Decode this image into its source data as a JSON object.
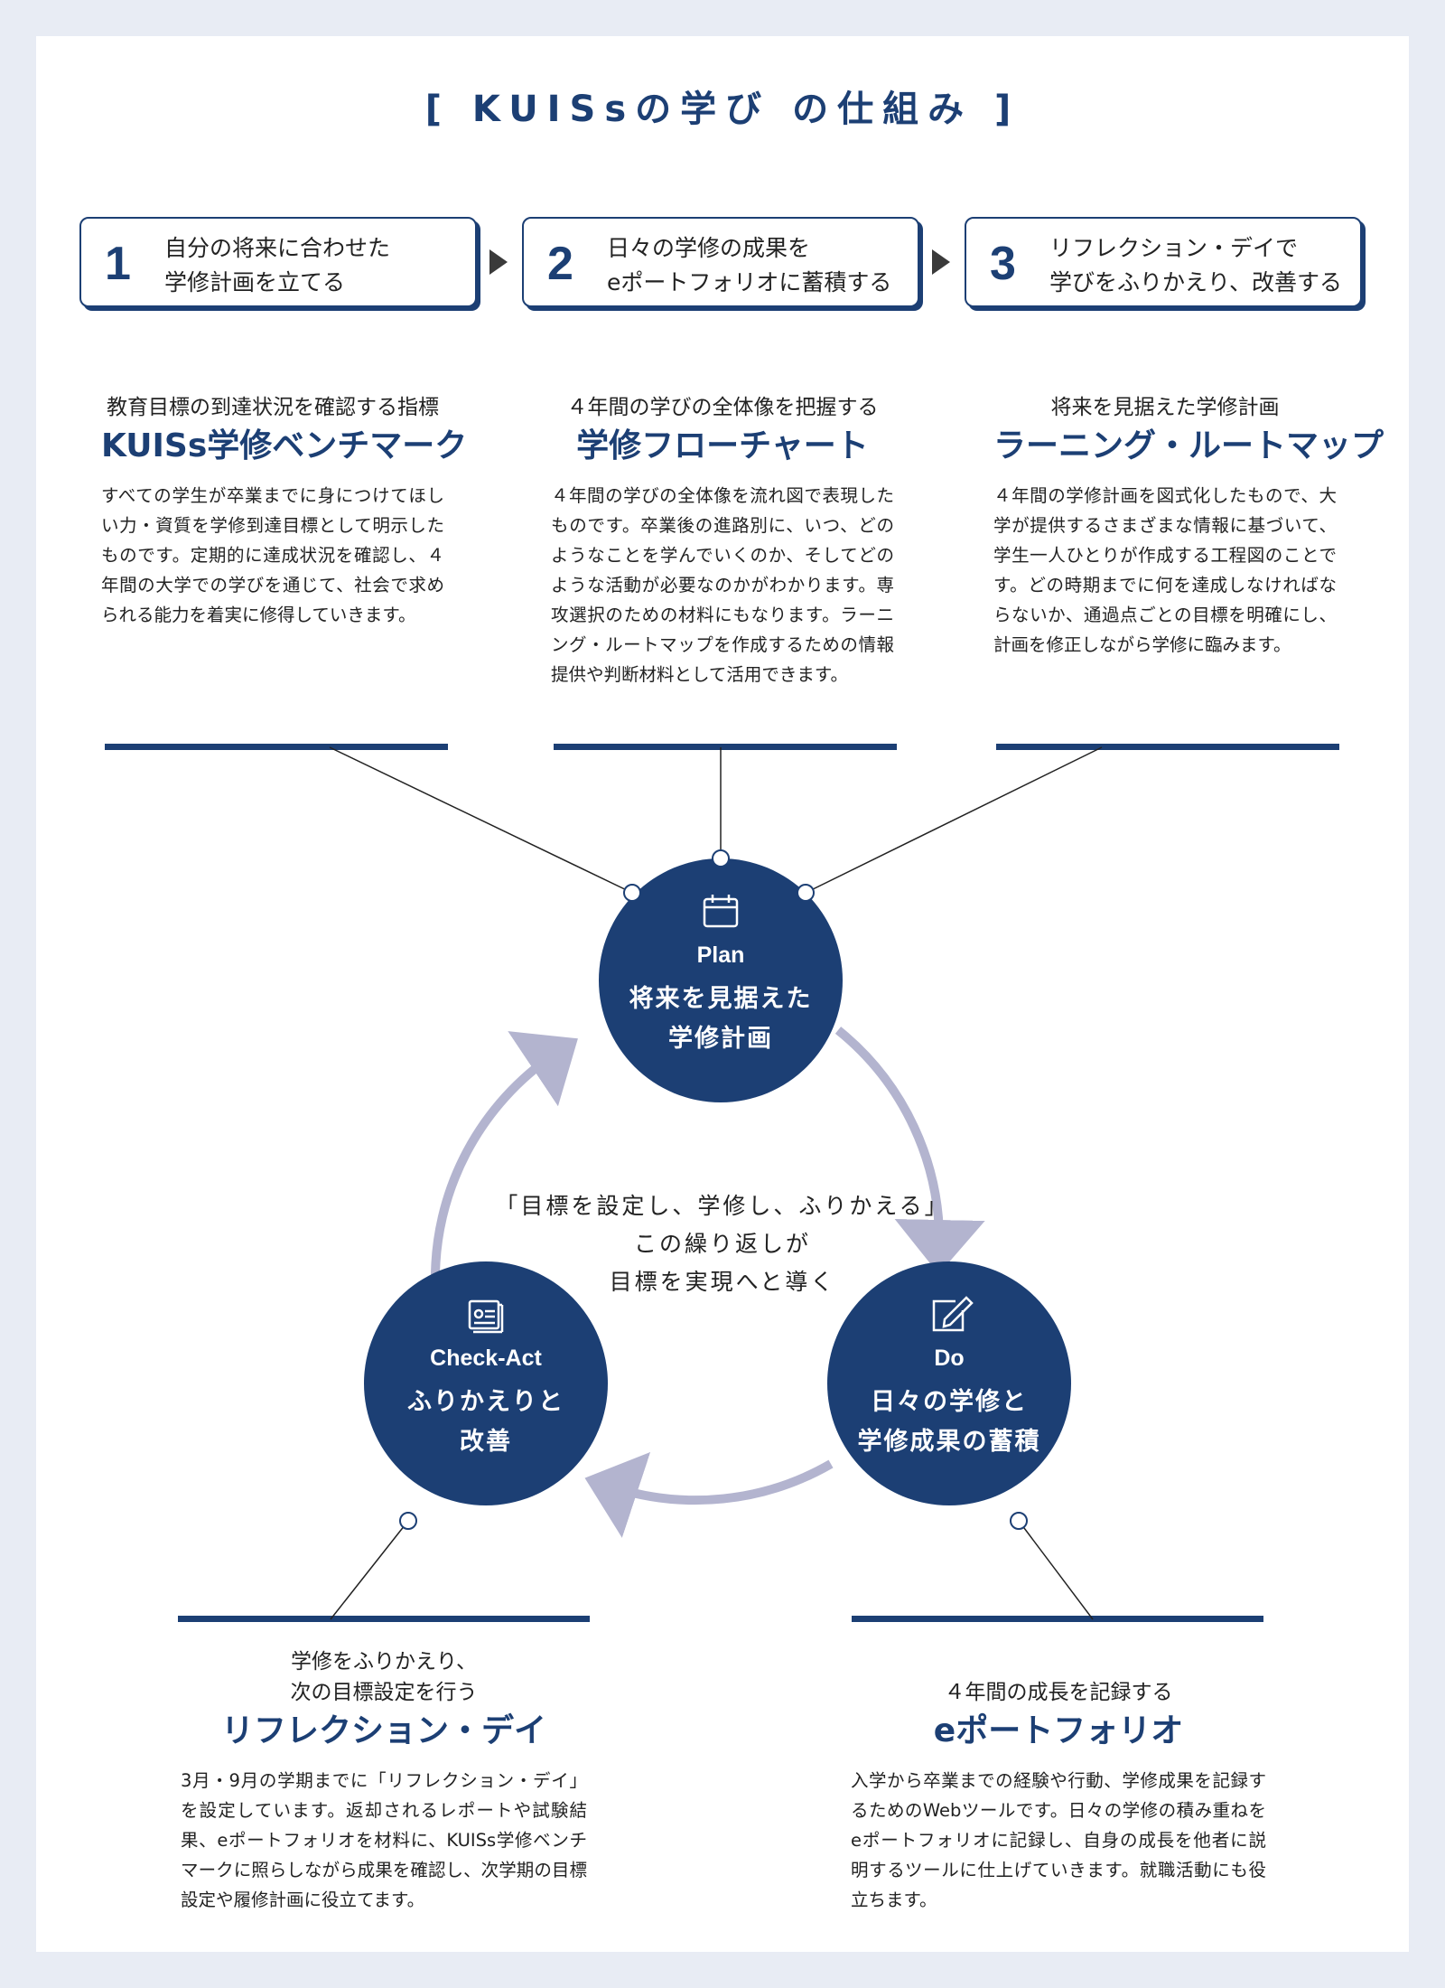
{
  "title": "[ KUISsの学び の仕組み ]",
  "steps": [
    {
      "number": "1",
      "line1": "自分の将来に合わせた",
      "line2": "学修計画を立てる"
    },
    {
      "number": "2",
      "line1": "日々の学修の成果を",
      "line2": "eポートフォリオに蓄積する"
    },
    {
      "number": "3",
      "line1": "リフレクション・デイで",
      "line2": "学びをふりかえり、改善する"
    }
  ],
  "features": {
    "benchmark": {
      "subtitle": "教育目標の到達状況を確認する指標",
      "heading": "KUISs学修ベンチマーク",
      "body": "すべての学生が卒業までに身につけてほしい力・資質を学修到達目標として明示したものです。定期的に達成状況を確認し、４年間の大学での学びを通じて、社会で求められる能力を着実に修得していきます。"
    },
    "flowchart": {
      "subtitle": "４年間の学びの全体像を把握する",
      "heading": "学修フローチャート",
      "body": "４年間の学びの全体像を流れ図で表現したものです。卒業後の進路別に、いつ、どのようなことを学んでいくのか、そしてどのような活動が必要なのかがわかります。専攻選択のための材料にもなります。ラーニング・ルートマップを作成するための情報提供や判断材料として活用できます。"
    },
    "routemap": {
      "subtitle": "将来を見据えた学修計画",
      "heading": "ラーニング・ルートマップ",
      "body": "４年間の学修計画を図式化したもので、大学が提供するさまざまな情報に基づいて、学生一人ひとりが作成する工程図のことです。どの時期までに何を達成しなければならないか、通過点ごとの目標を明確にし、計画を修正しながら学修に臨みます。"
    },
    "reflection": {
      "subtitle1": "学修をふりかえり、",
      "subtitle2": "次の目標設定を行う",
      "heading": "リフレクション・デイ",
      "body": "3月・9月の学期までに「リフレクション・デイ」を設定しています。返却されるレポートや試験結果、eポートフォリオを材料に、KUISs学修ベンチマークに照らしながら成果を確認し、次学期の目標設定や履修計画に役立てます。"
    },
    "portfolio": {
      "subtitle": "４年間の成長を記録する",
      "heading": "eポートフォリオ",
      "body": "入学から卒業までの経験や行動、学修成果を記録するためのWebツールです。日々の学修の積み重ねをeポートフォリオに記録し、自身の成長を他者に説明するツールに仕上げていきます。就職活動にも役立ちます。"
    }
  },
  "cycle": {
    "plan": {
      "label": "Plan",
      "line1": "将来を見据えた",
      "line2": "学修計画",
      "icon": "calendar-icon"
    },
    "do": {
      "label": "Do",
      "line1": "日々の学修と",
      "line2": "学修成果の蓄積",
      "icon": "edit-icon"
    },
    "check": {
      "label": "Check-Act",
      "line1": "ふりかえりと",
      "line2": "改善",
      "icon": "document-list-icon"
    },
    "center_line1": "「目標を設定し、学修し、ふりかえる」",
    "center_line2": "この繰り返しが",
    "center_line3": "目標を実現へと導く"
  },
  "colors": {
    "navy": "#1c3f74",
    "arrow": "#b3b4cf",
    "background": "#e8ecf4"
  }
}
